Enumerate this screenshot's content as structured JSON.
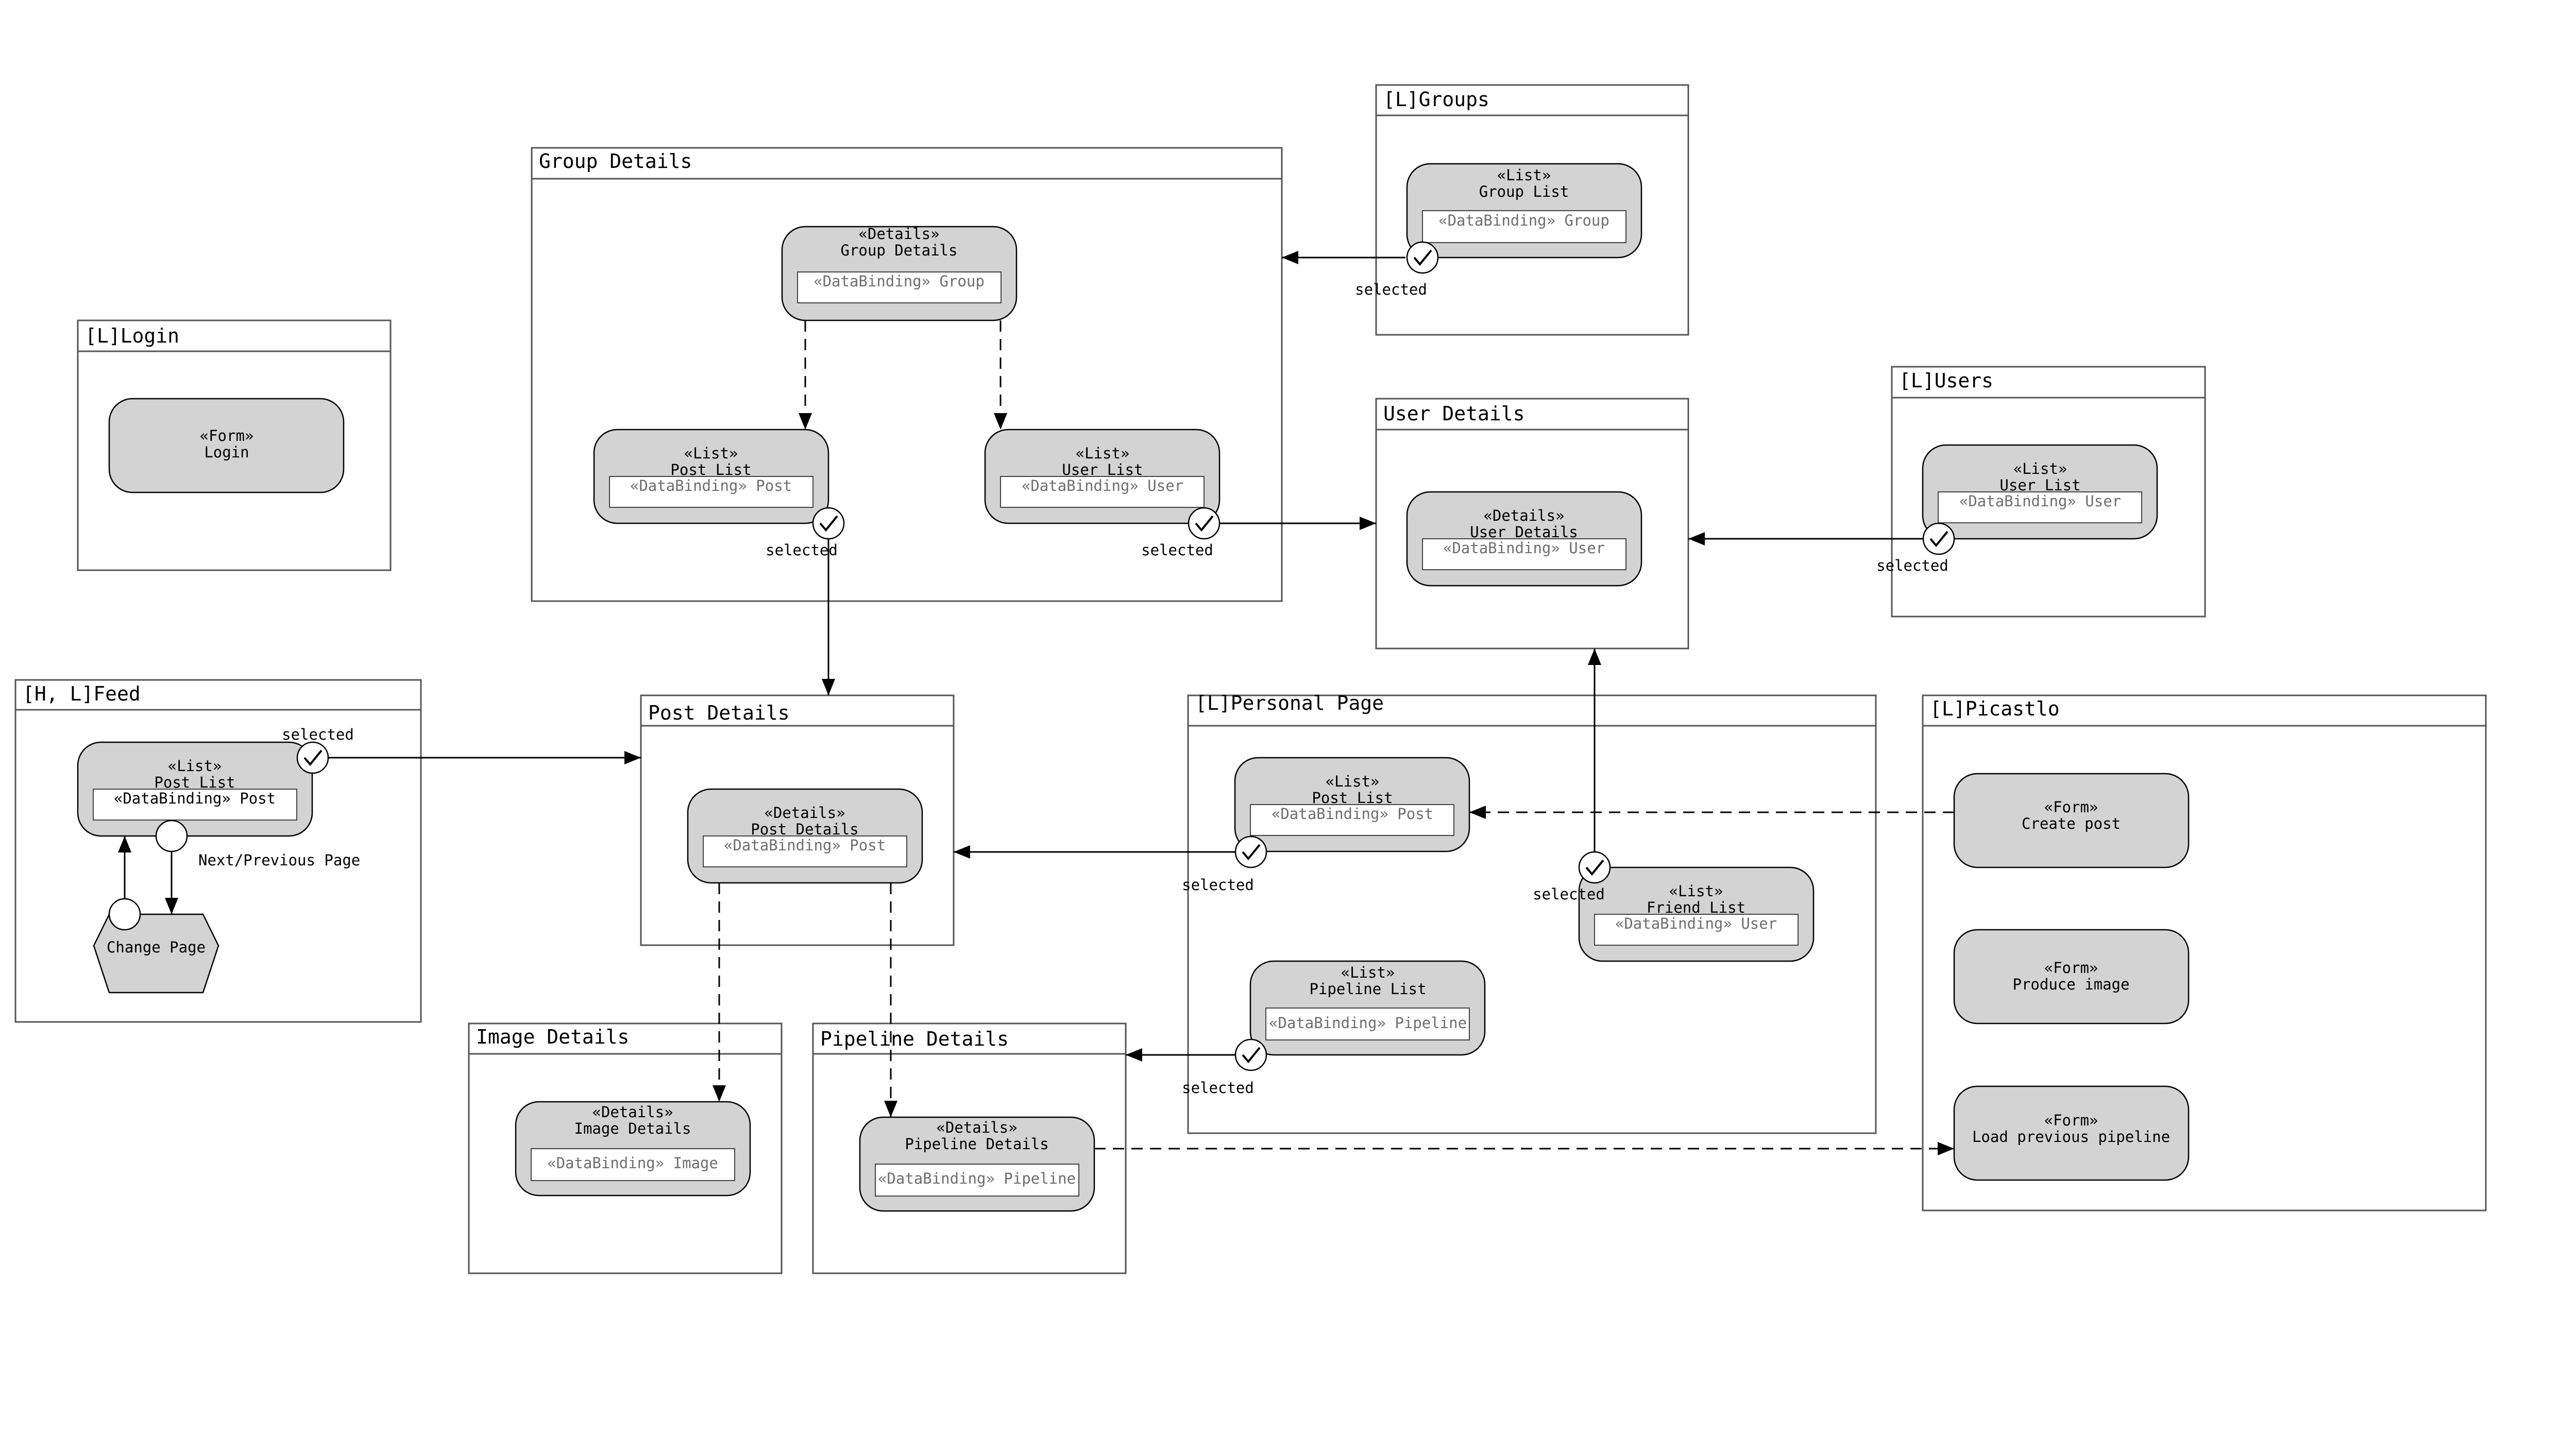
{
  "views": {
    "groups": "[L]Groups",
    "group_details": "Group Details",
    "login": "[L]Login",
    "users": "[L]Users",
    "user_details": "User Details",
    "feed": "[H, L]Feed",
    "post_details": "Post Details",
    "personal_page": "[L]Personal Page",
    "picastlo": "[L]Picastlo",
    "image_details": "Image Details",
    "pipeline_details": "Pipeline Details"
  },
  "components": {
    "groups_list": {
      "stereo": "«List»",
      "name": "Group List",
      "binding": "«DataBinding» Group"
    },
    "gd_details": {
      "stereo": "«Details»",
      "name": "Group Details",
      "binding": "«DataBinding» Group"
    },
    "gd_post_list": {
      "stereo": "«List»",
      "name": "Post List",
      "binding": "«DataBinding» Post"
    },
    "gd_user_list": {
      "stereo": "«List»",
      "name": "User List",
      "binding": "«DataBinding» User"
    },
    "login_form": {
      "stereo": "«Form»",
      "name": "Login"
    },
    "users_list": {
      "stereo": "«List»",
      "name": "User List",
      "binding": "«DataBinding» User"
    },
    "ud_details": {
      "stereo": "«Details»",
      "name": "User Details",
      "binding": "«DataBinding» User"
    },
    "feed_list": {
      "stereo": "«List»",
      "name": "Post List",
      "binding": "«DataBinding» Post"
    },
    "change_page": {
      "name": "Change Page"
    },
    "pd_details": {
      "stereo": "«Details»",
      "name": "Post Details",
      "binding": "«DataBinding» Post"
    },
    "pp_post_list": {
      "stereo": "«List»",
      "name": "Post List",
      "binding": "«DataBinding» Post"
    },
    "pp_friend_list": {
      "stereo": "«List»",
      "name": "Friend List",
      "binding": "«DataBinding» User"
    },
    "pp_pipeline_list": {
      "stereo": "«List»",
      "name": "Pipeline List",
      "binding": "«DataBinding» Pipeline"
    },
    "create_post": {
      "stereo": "«Form»",
      "name": "Create post"
    },
    "produce_image": {
      "stereo": "«Form»",
      "name": "Produce image"
    },
    "load_pipeline": {
      "stereo": "«Form»",
      "name": "Load previous pipeline"
    },
    "id_details": {
      "stereo": "«Details»",
      "name": "Image Details",
      "binding": "«DataBinding» Image"
    },
    "pld_details": {
      "stereo": "«Details»",
      "name": "Pipeline Details",
      "binding": "«DataBinding» Pipeline"
    }
  },
  "events": {
    "selected": "selected",
    "next_previous": "Next/Previous Page"
  },
  "colors": {
    "component_fill": "#d3d3d3",
    "stroke": "#000000",
    "frame_stroke": "#555555",
    "binding_text": "#6e6e6e"
  }
}
